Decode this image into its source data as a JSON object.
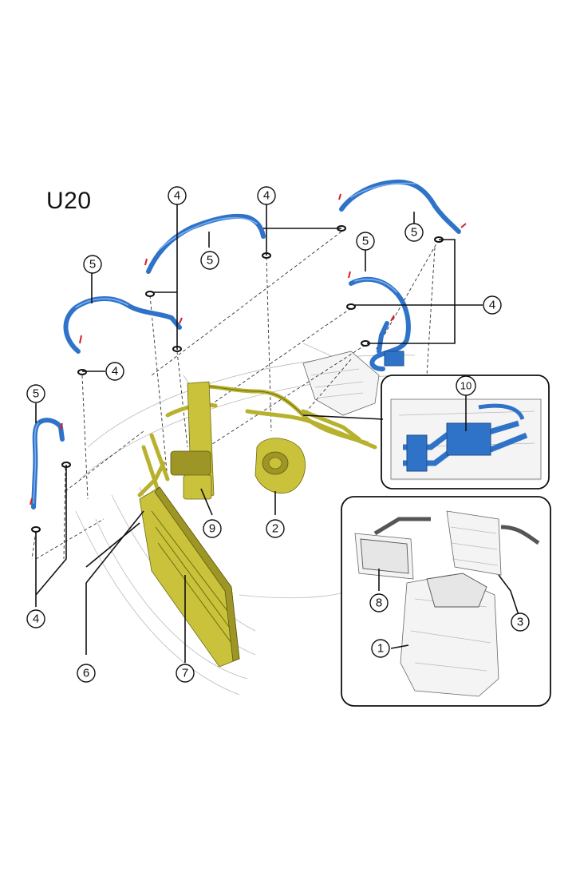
{
  "title": "U20",
  "callouts": {
    "c1": "1",
    "c2": "2",
    "c3": "3",
    "c4a": "4",
    "c4b": "4",
    "c4c": "4",
    "c4d": "4",
    "c4e": "4",
    "c5a": "5",
    "c5b": "5",
    "c5c": "5",
    "c5d": "5",
    "c5e": "5",
    "c6": "6",
    "c7": "7",
    "c8": "8",
    "c9": "9",
    "c10": "10"
  },
  "colors": {
    "hose": "#2f73c9",
    "component": "#c9c23a",
    "pin": "#d61f26"
  }
}
